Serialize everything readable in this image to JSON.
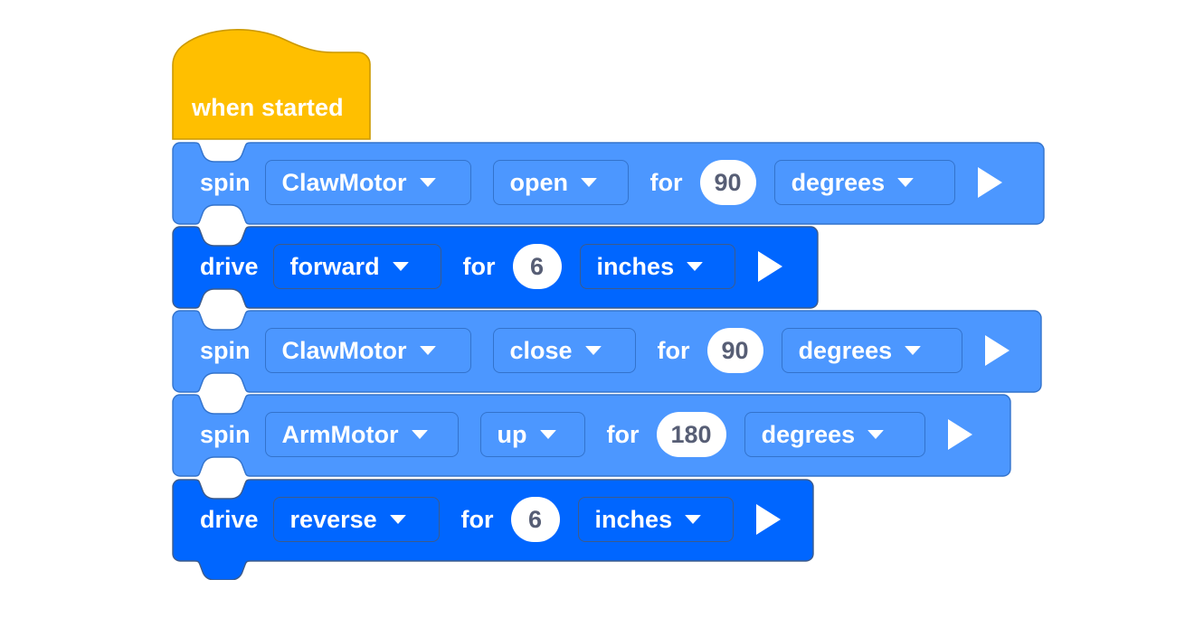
{
  "palette": {
    "hat_fill": "#FFBF00",
    "hat_stroke": "#CC9900",
    "spin_fill": "#4C97FF",
    "spin_stroke": "#3373CC",
    "drive_fill": "#0066FF",
    "drive_stroke": "#3C5B8C",
    "value_bg": "#FFFFFF",
    "value_text": "#575E75",
    "label_text": "#FFFFFF",
    "canvas_bg": "#FFFFFF"
  },
  "program": {
    "hat": {
      "label": "when started",
      "icon": "hat-block-icon"
    },
    "blocks": [
      {
        "id": "spin-clawmotor-open",
        "kind": "spin",
        "verb": "spin",
        "motor": "ClawMotor",
        "direction": "open",
        "for_label": "for",
        "amount": "90",
        "unit": "degrees",
        "run_icon": "play-icon"
      },
      {
        "id": "drive-forward-6-inches",
        "kind": "drive",
        "verb": "drive",
        "direction": "forward",
        "for_label": "for",
        "amount": "6",
        "unit": "inches",
        "run_icon": "play-icon"
      },
      {
        "id": "spin-clawmotor-close",
        "kind": "spin",
        "verb": "spin",
        "motor": "ClawMotor",
        "direction": "close",
        "for_label": "for",
        "amount": "90",
        "unit": "degrees",
        "run_icon": "play-icon"
      },
      {
        "id": "spin-armmotor-up",
        "kind": "spin",
        "verb": "spin",
        "motor": "ArmMotor",
        "direction": "up",
        "for_label": "for",
        "amount": "180",
        "unit": "degrees",
        "run_icon": "play-icon"
      },
      {
        "id": "drive-reverse-6-inches",
        "kind": "drive",
        "verb": "drive",
        "direction": "reverse",
        "for_label": "for",
        "amount": "6",
        "unit": "inches",
        "run_icon": "play-icon"
      }
    ]
  }
}
